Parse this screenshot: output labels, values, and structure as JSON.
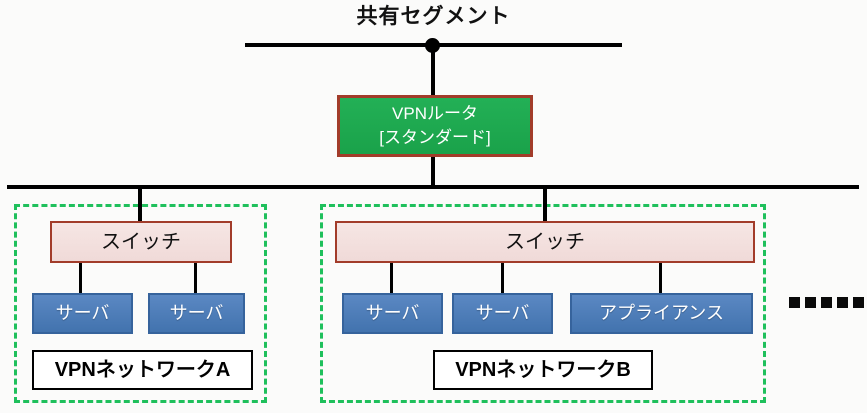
{
  "diagram_title": "共有セグメント",
  "router": {
    "line1": "VPNルータ",
    "line2": "[スタンダード]"
  },
  "network_a": {
    "switch_label": "スイッチ",
    "nodes": [
      "サーバ",
      "サーバ"
    ],
    "caption": "VPNネットワークA"
  },
  "network_b": {
    "switch_label": "スイッチ",
    "nodes": [
      "サーバ",
      "サーバ",
      "アプライアンス"
    ],
    "caption": "VPNネットワークB"
  },
  "ellipsis_dots_count": 5,
  "colors": {
    "router_fill": "#1faa4f",
    "router_border": "#a23c2a",
    "switch_fill": "#f2dcdb",
    "switch_border": "#a23c2a",
    "node_fill": "#4a7dbb",
    "node_border": "#36639c",
    "network_dashed_border": "#1fc05c",
    "line": "#000000",
    "caption_border": "#000000",
    "background": "#fbfbfa"
  }
}
